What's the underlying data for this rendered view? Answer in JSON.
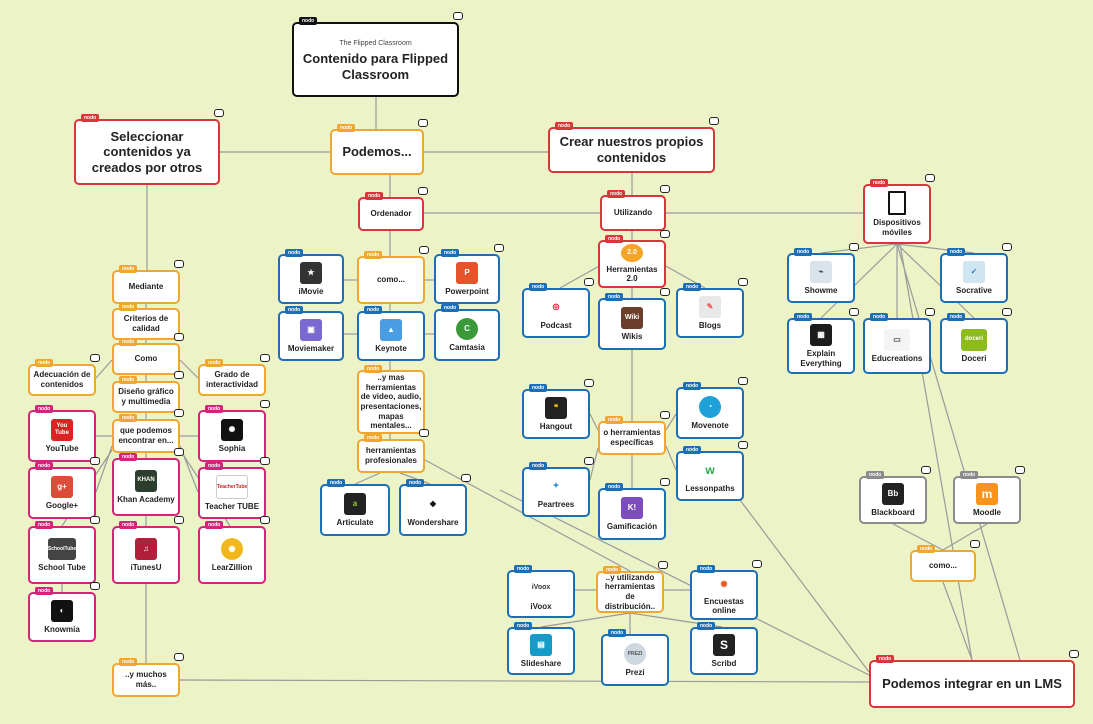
{
  "title_node": {
    "header": "The Flipped Classroom",
    "label": "Contenido para Flipped Classroom"
  },
  "tag_label": "nodo",
  "nodes": [
    {
      "label": "Seleccionar contenidos ya creados por otros"
    },
    {
      "label": "Podemos..."
    },
    {
      "label": "Crear nuestros propios contenidos"
    },
    {
      "label": "Ordenador"
    },
    {
      "label": "Utilizando"
    },
    {
      "label": "Dispositivos móviles"
    },
    {
      "label": "Mediante"
    },
    {
      "label": "Criterios de calidad"
    },
    {
      "label": "Como"
    },
    {
      "label": "Adecuación de contenidos"
    },
    {
      "label": "Diseño gráfico y multimedia"
    },
    {
      "label": "Grado de interactividad"
    },
    {
      "label": "que podemos encontrar en..."
    },
    {
      "label": "YouTube"
    },
    {
      "label": "Sophia"
    },
    {
      "label": "Google+"
    },
    {
      "label": "Khan Academy"
    },
    {
      "label": "Teacher TUBE"
    },
    {
      "label": "School Tube"
    },
    {
      "label": "iTunesU"
    },
    {
      "label": "LearZillion"
    },
    {
      "label": "Knowmia"
    },
    {
      "label": "..y muchos más.."
    },
    {
      "label": "iMovie"
    },
    {
      "label": "como..."
    },
    {
      "label": "Powerpoint"
    },
    {
      "label": "Moviemaker"
    },
    {
      "label": "Keynote"
    },
    {
      "label": "Camtasia"
    },
    {
      "label": "..y mas herramientas de video, audio, presentaciones, mapas mentales..."
    },
    {
      "label": "herramientas profesionales"
    },
    {
      "label": "Articulate"
    },
    {
      "label": "Wondershare"
    },
    {
      "label": "Herramientas 2.0"
    },
    {
      "label": "Podcast"
    },
    {
      "label": "Wikis"
    },
    {
      "label": "Blogs"
    },
    {
      "label": "Hangout"
    },
    {
      "label": "o herramientas específicas"
    },
    {
      "label": "Movenote"
    },
    {
      "label": "Peartrees"
    },
    {
      "label": "Lessonpaths"
    },
    {
      "label": "Gamificación"
    },
    {
      "label": "iVoox"
    },
    {
      "label": "..y utilizando herramientas de distribución.."
    },
    {
      "label": "Encuestas online"
    },
    {
      "label": "Slideshare"
    },
    {
      "label": "Prezi"
    },
    {
      "label": "Scribd"
    },
    {
      "label": "Showme"
    },
    {
      "label": "Socrative"
    },
    {
      "label": "Explain Everything"
    },
    {
      "label": "Educreations"
    },
    {
      "label": "Doceri"
    },
    {
      "label": "Blackboard"
    },
    {
      "label": "Moodle"
    },
    {
      "label": "como..."
    },
    {
      "label": "Podemos integrar en un LMS"
    }
  ],
  "icons": {
    "youtube": "You Tube",
    "khan": "KHAN",
    "teachertube": "TeacherTube",
    "schooltube": "SchoolTube",
    "ivoox": "iVoox",
    "prezi": "PREZI",
    "scribd": "S",
    "wiki": "Wiki",
    "blackboard": "Bb",
    "moodle": "m",
    "doceri": "doceri",
    "gamificacion": "K!"
  },
  "colors": {
    "red": "#d8363b",
    "blue": "#1c6fb6",
    "pink": "#d4237a",
    "orange": "#f0a732",
    "background": "#ecf3c7"
  }
}
